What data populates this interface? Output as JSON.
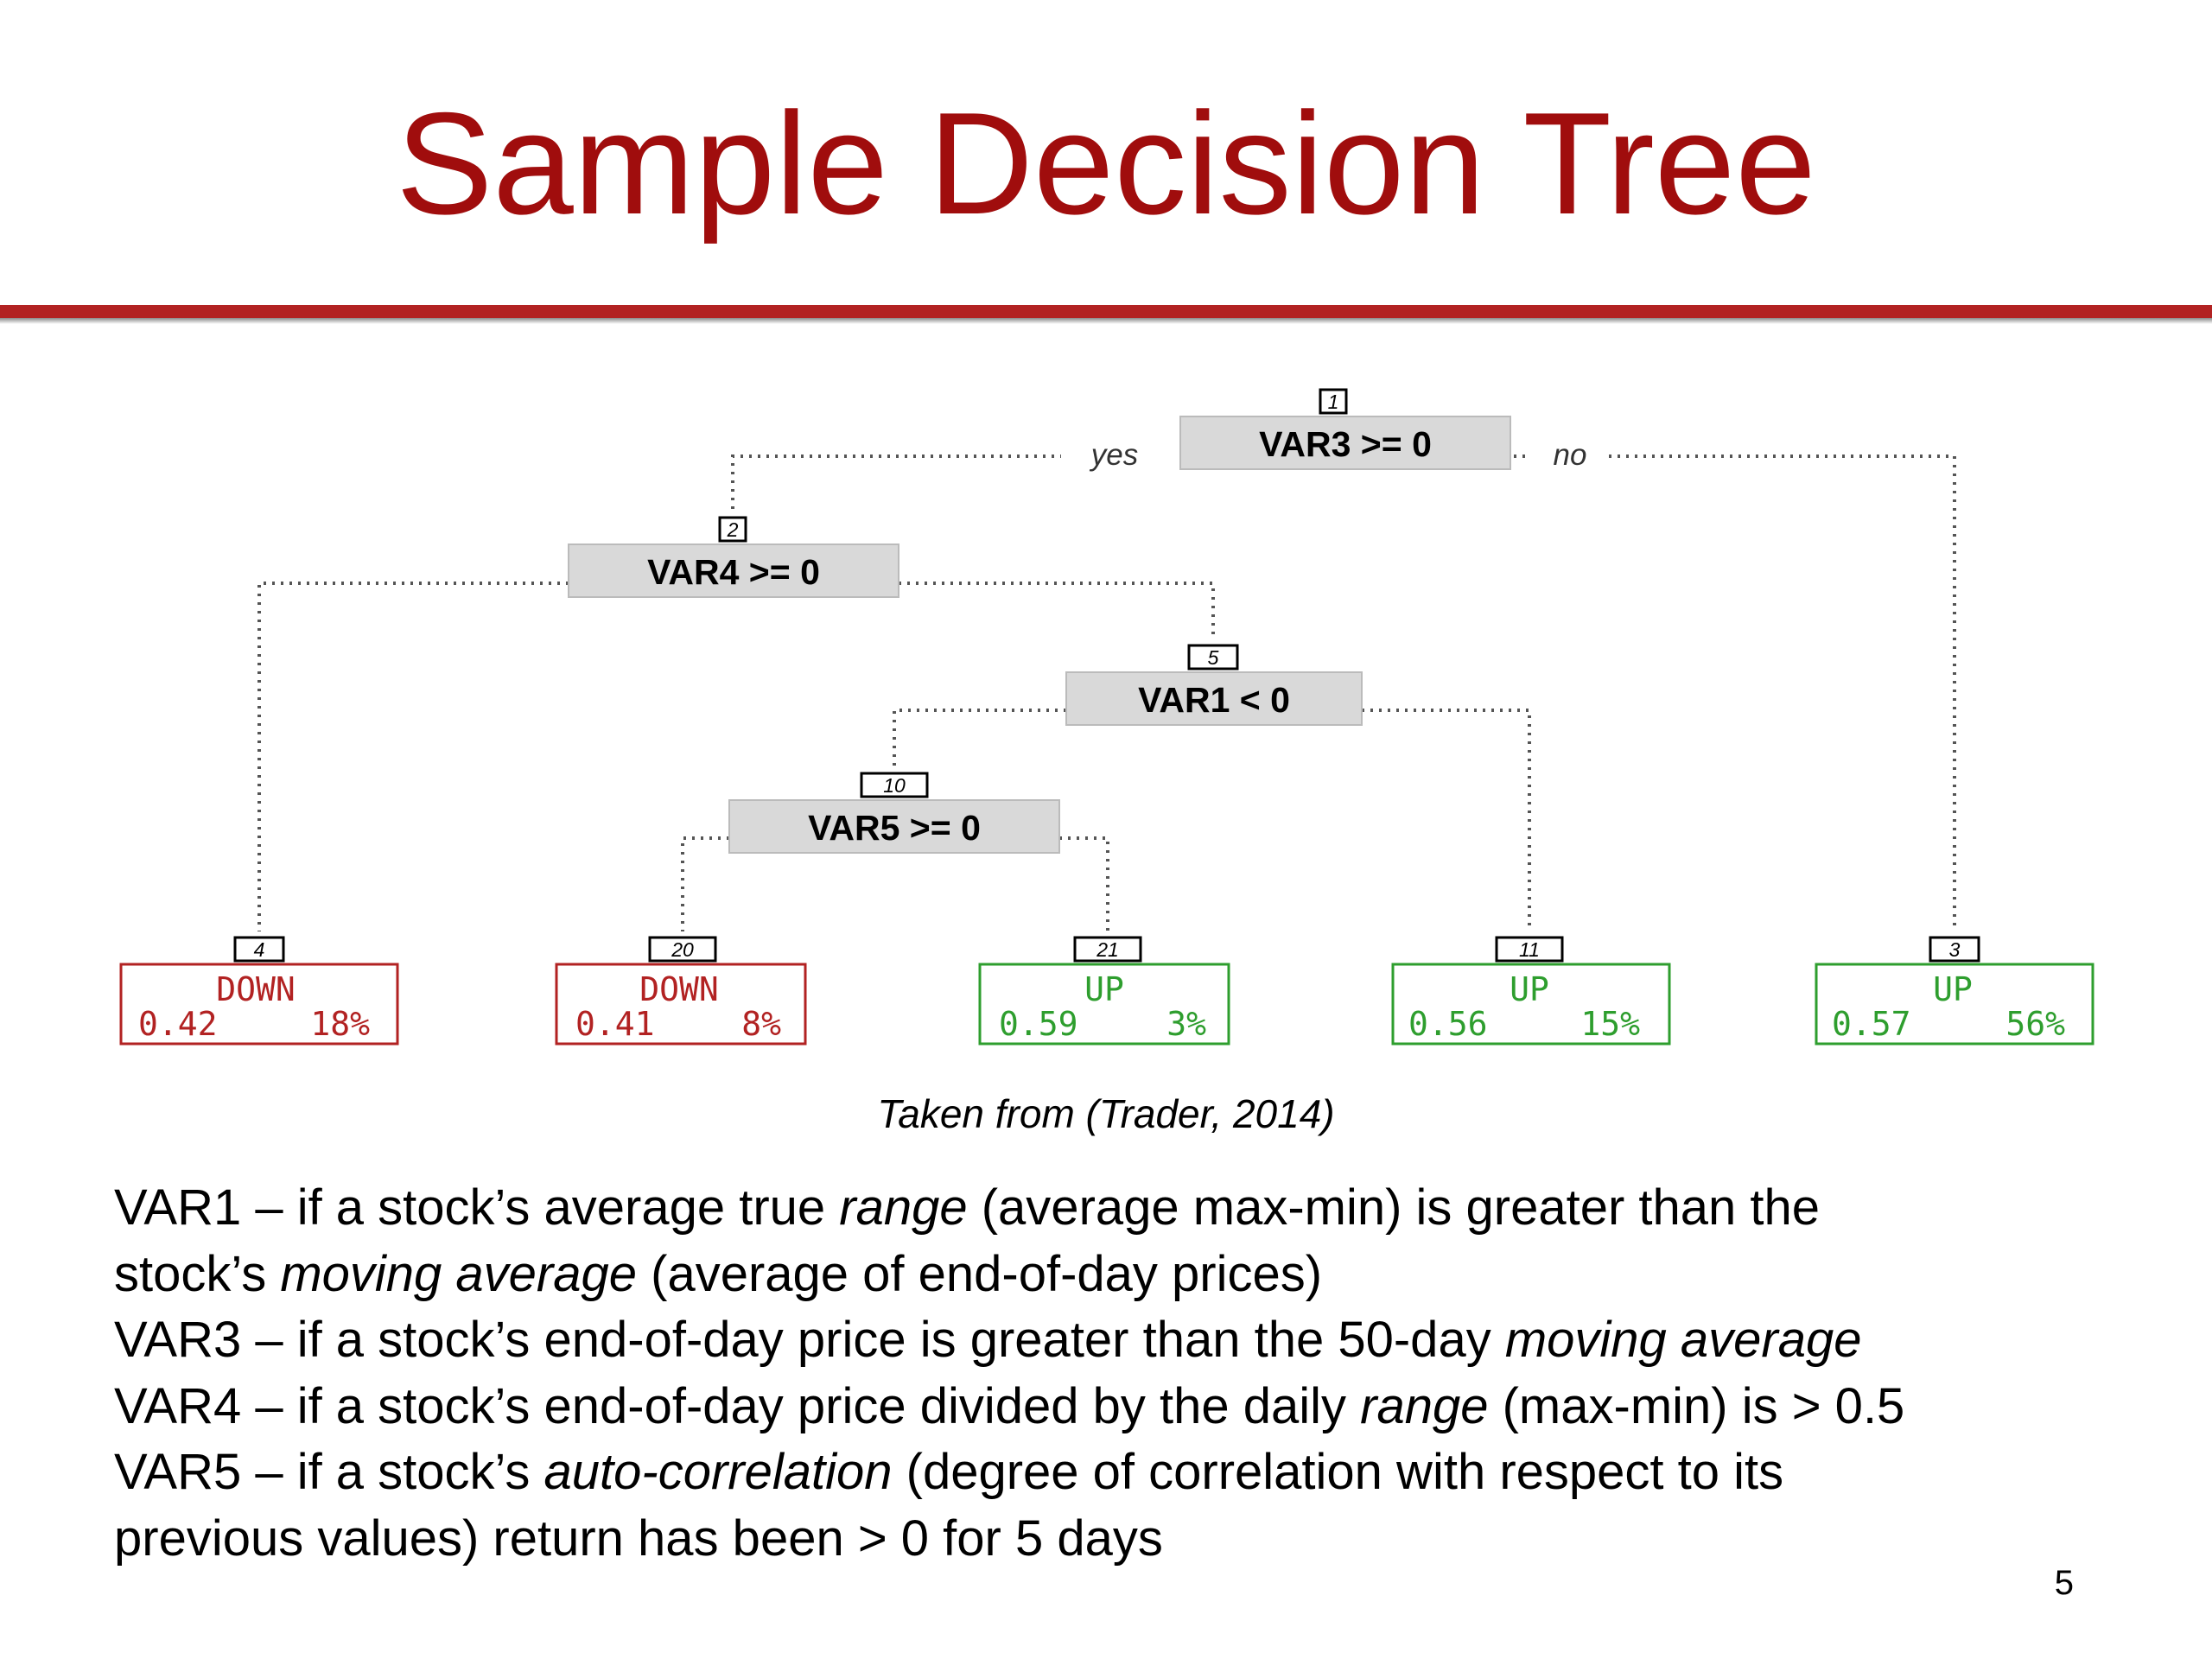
{
  "slide": {
    "title": "Sample Decision Tree",
    "caption": "Taken from (Trader, 2014)",
    "page_number": "5"
  },
  "tree": {
    "edge_yes": "yes",
    "edge_no": "no",
    "nodes": [
      {
        "id": "1",
        "label": "VAR3 >= 0"
      },
      {
        "id": "2",
        "label": "VAR4 >= 0"
      },
      {
        "id": "5",
        "label": "VAR1 < 0"
      },
      {
        "id": "10",
        "label": "VAR5 >= 0"
      }
    ],
    "leaves": [
      {
        "id": "4",
        "class": "DOWN",
        "prob": "0.42",
        "pct": "18%",
        "color": "#b22222"
      },
      {
        "id": "20",
        "class": "DOWN",
        "prob": "0.41",
        "pct": "8%",
        "color": "#b22222"
      },
      {
        "id": "21",
        "class": "UP",
        "prob": "0.59",
        "pct": "3%",
        "color": "#2e9e2e"
      },
      {
        "id": "11",
        "class": "UP",
        "prob": "0.56",
        "pct": "15%",
        "color": "#2e9e2e"
      },
      {
        "id": "3",
        "class": "UP",
        "prob": "0.57",
        "pct": "56%",
        "color": "#2e9e2e"
      }
    ]
  },
  "definitions": [
    {
      "parts": [
        {
          "t": "VAR1 – if a stock’s average true ",
          "i": false
        },
        {
          "t": "range",
          "i": true
        },
        {
          "t": " (average max-min) is greater than the",
          "i": false
        }
      ]
    },
    {
      "parts": [
        {
          "t": "stock’s ",
          "i": false
        },
        {
          "t": "moving average",
          "i": true
        },
        {
          "t": " (average of end-of-day prices)",
          "i": false
        }
      ]
    },
    {
      "parts": [
        {
          "t": "VAR3 – if a stock’s end-of-day price is greater than the 50-day ",
          "i": false
        },
        {
          "t": "moving average",
          "i": true
        }
      ]
    },
    {
      "parts": [
        {
          "t": "VAR4 – if a stock’s end-of-day price divided by the daily ",
          "i": false
        },
        {
          "t": "range",
          "i": true
        },
        {
          "t": " (max-min) is > 0.5",
          "i": false
        }
      ]
    },
    {
      "parts": [
        {
          "t": "VAR5 – if a stock’s ",
          "i": false
        },
        {
          "t": "auto-correlation",
          "i": true
        },
        {
          "t": " (degree of correlation with respect to its",
          "i": false
        }
      ]
    },
    {
      "parts": [
        {
          "t": "previous values) return has been > 0 for 5 days",
          "i": false
        }
      ]
    }
  ]
}
